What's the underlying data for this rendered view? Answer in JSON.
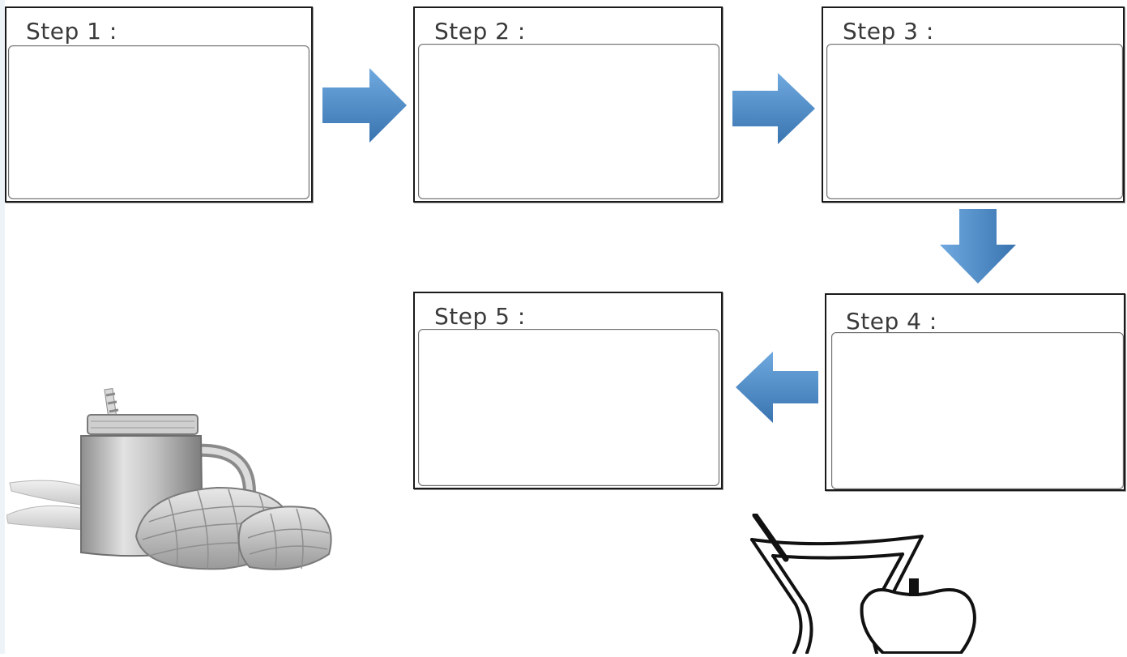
{
  "steps": [
    {
      "id": "step1",
      "label": "Step 1 :"
    },
    {
      "id": "step2",
      "label": "Step 2 :"
    },
    {
      "id": "step3",
      "label": "Step 3 :"
    },
    {
      "id": "step4",
      "label": "Step 4 :"
    },
    {
      "id": "step5",
      "label": "Step 5 :"
    }
  ],
  "colors": {
    "arrow_fill": "#4f8fcf",
    "arrow_light": "#6fa9df",
    "arrow_dark": "#3a74b0",
    "box_border": "#1a1a1a",
    "label_text": "#3a3a3a"
  },
  "illustrations": [
    "mango-smoothie-jar-illustration",
    "glass-with-straw-and-apple-illustration"
  ],
  "icons": [
    "arrow-right-icon",
    "arrow-down-icon",
    "arrow-left-icon"
  ]
}
